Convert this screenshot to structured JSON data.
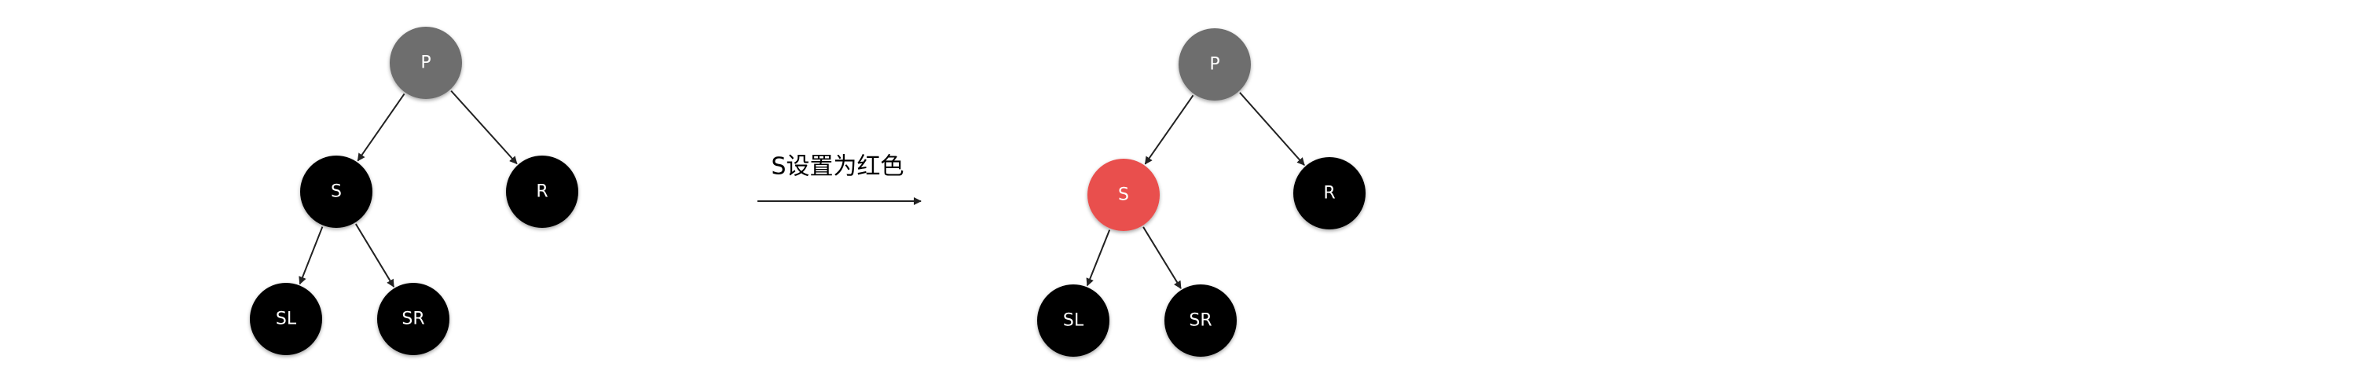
{
  "colors": {
    "gray": "#6e6e6e",
    "black": "#000000",
    "red": "#e9504d",
    "label": "#ffffff",
    "edge": "#222222"
  },
  "before": {
    "nodes": {
      "p": {
        "label": "P",
        "color": "gray"
      },
      "s": {
        "label": "S",
        "color": "black"
      },
      "r": {
        "label": "R",
        "color": "black"
      },
      "sl": {
        "label": "SL",
        "color": "black"
      },
      "sr": {
        "label": "SR",
        "color": "black"
      }
    },
    "edges": [
      {
        "from": "p",
        "to": "s"
      },
      {
        "from": "p",
        "to": "r"
      },
      {
        "from": "s",
        "to": "sl"
      },
      {
        "from": "s",
        "to": "sr"
      }
    ]
  },
  "operation": {
    "label": "S设置为红色"
  },
  "after": {
    "nodes": {
      "p": {
        "label": "P",
        "color": "gray"
      },
      "s": {
        "label": "S",
        "color": "red"
      },
      "r": {
        "label": "R",
        "color": "black"
      },
      "sl": {
        "label": "SL",
        "color": "black"
      },
      "sr": {
        "label": "SR",
        "color": "black"
      }
    },
    "edges": [
      {
        "from": "p",
        "to": "s"
      },
      {
        "from": "p",
        "to": "r"
      },
      {
        "from": "s",
        "to": "sl"
      },
      {
        "from": "s",
        "to": "sr"
      }
    ]
  }
}
